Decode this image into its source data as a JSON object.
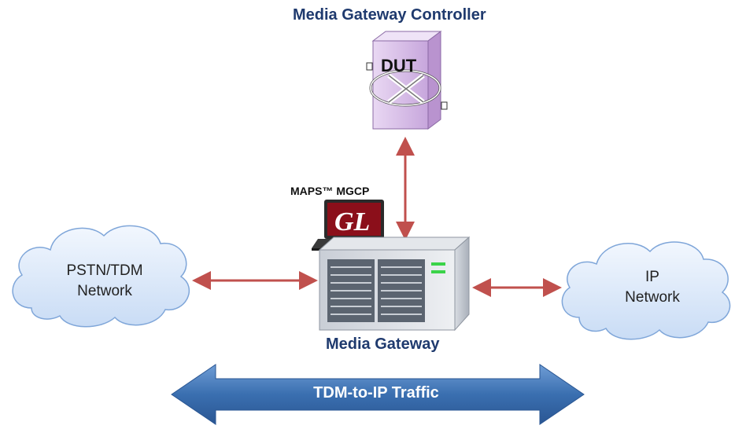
{
  "controller": {
    "title": "Media Gateway Controller",
    "device_label": "DUT"
  },
  "tester": {
    "label": "MAPS™ MGCP",
    "logo_text": "GL"
  },
  "gateway": {
    "title": "Media Gateway"
  },
  "pstn": {
    "line1": "PSTN/TDM",
    "line2": "Network"
  },
  "ip": {
    "line1": "IP",
    "line2": "Network"
  },
  "traffic": {
    "label": "TDM-to-IP Traffic"
  },
  "colors": {
    "title_text": "#1f3a6e",
    "link_arrow": "#c0504d",
    "traffic_arrow": "#3a6fb0",
    "cloud_fill": "#dbe9fb",
    "cloud_stroke": "#7fa6d9",
    "dut_fill": "#dcc3ea"
  }
}
